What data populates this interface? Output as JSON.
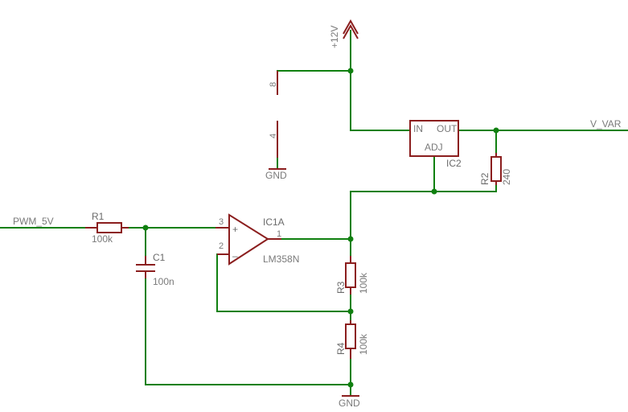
{
  "colors": {
    "wire": "#108010",
    "component": "#8b1e1e",
    "text": "#7a7a7a",
    "background": "#ffffff"
  },
  "nets": {
    "pwm_in": "PWM_5V",
    "supply": "+12V",
    "output": "V_VAR",
    "gnd_top": "GND",
    "gnd_bottom": "GND"
  },
  "opamp": {
    "ref": "IC1A",
    "part": "LM358N",
    "pin_out": "1",
    "pin_noninv": "3",
    "pin_inv": "2",
    "plus": "+",
    "minus": "–"
  },
  "power_pins": {
    "vcc_pin": "8",
    "gnd_pin": "4"
  },
  "regulator": {
    "ref": "IC2",
    "in": "IN",
    "out": "OUT",
    "adj": "ADJ"
  },
  "resistors": {
    "r1": {
      "ref": "R1",
      "value": "100k"
    },
    "r2": {
      "ref": "R2",
      "value": "240"
    },
    "r3": {
      "ref": "R3",
      "value": "100k"
    },
    "r4": {
      "ref": "R4",
      "value": "100k"
    }
  },
  "capacitor": {
    "ref": "C1",
    "value": "100n"
  }
}
